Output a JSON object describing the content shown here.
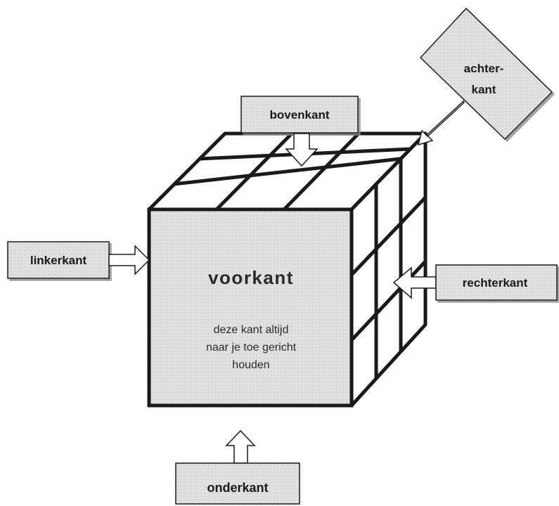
{
  "labels": {
    "top": "bovenkant",
    "back_line1": "achter-",
    "back_line2": "kant",
    "left": "linkerkant",
    "right": "rechterkant",
    "bottom": "onderkant",
    "front": "voorkant"
  },
  "front_note": {
    "line1": "deze kant altijd",
    "line2": "naar je toe gericht",
    "line3": "houden"
  }
}
